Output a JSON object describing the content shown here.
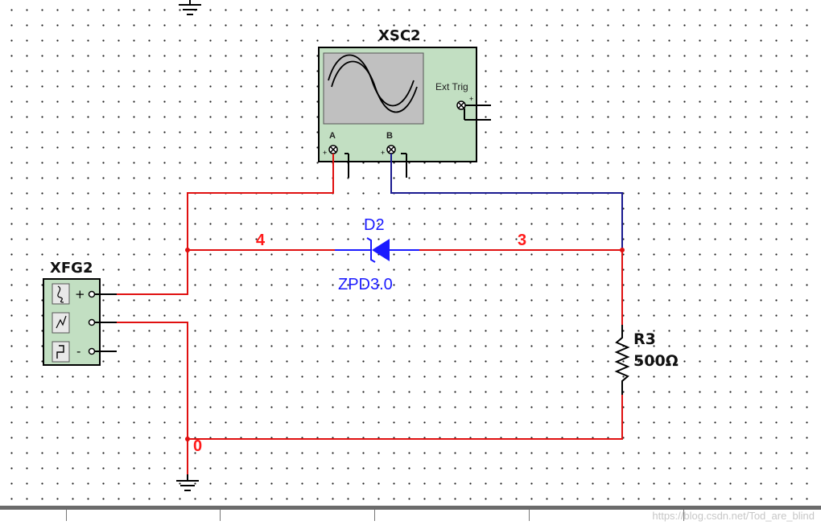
{
  "oscilloscope": {
    "ref": "XSC2",
    "ext_trig_label": "Ext Trig",
    "channel_a": "A",
    "channel_b": "B"
  },
  "function_generator": {
    "ref": "XFG2",
    "plus": "+",
    "minus": "-"
  },
  "diode": {
    "ref": "D2",
    "model": "ZPD3.0"
  },
  "resistor": {
    "ref": "R3",
    "value": "500Ω"
  },
  "nets": {
    "n4": "4",
    "n3": "3",
    "n0": "0"
  },
  "watermark": "https://blog.csdn.net/Tod_are_blind",
  "colors": {
    "wire_red": "#e01010",
    "wire_blue": "#1a1a90",
    "label_blue": "#1a1aff",
    "label_red": "#ff1a1a",
    "instrument_fill": "#c2dfc2"
  }
}
